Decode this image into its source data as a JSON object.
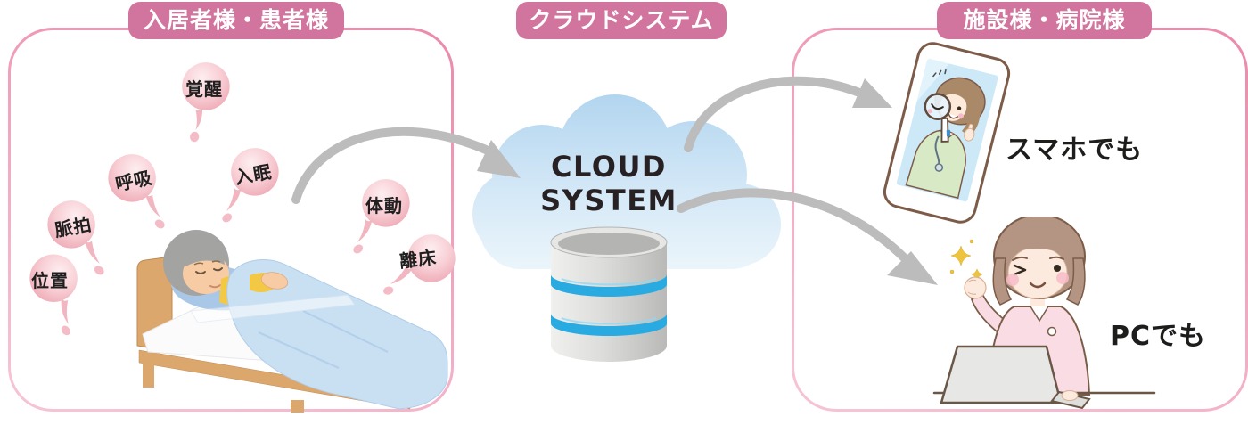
{
  "panels": {
    "residents": {
      "badge": "入居者様・患者様",
      "bubbles": [
        {
          "label": "覚醒"
        },
        {
          "label": "呼吸"
        },
        {
          "label": "入眠"
        },
        {
          "label": "脈拍"
        },
        {
          "label": "位置"
        },
        {
          "label": "体動"
        },
        {
          "label": "離床"
        }
      ],
      "illustration": "elderly-patient-sleeping-in-bed"
    },
    "cloud": {
      "badge": "クラウドシステム",
      "label_line1": "CLOUD",
      "label_line2": "SYSTEM",
      "icons": [
        "cloud-icon",
        "database-icon"
      ]
    },
    "facility": {
      "badge": "施設様・病院様",
      "smartphone_caption": "スマホでも",
      "pc_caption": "PCでも",
      "illustrations": [
        "nurse-on-smartphone-screen",
        "nurse-working-at-laptop"
      ]
    }
  },
  "flow": {
    "arrows": [
      "residents-to-cloud",
      "cloud-to-smartphone",
      "cloud-to-pc"
    ]
  },
  "colors": {
    "badge_pink": "#d2759e",
    "panel_border_top": "#ec8cab",
    "panel_border_bottom": "#f6c3d5",
    "bubble_pink": "#f5c3cb",
    "cloud_blue_top": "#b2d5ef",
    "cloud_blue_bottom": "#ebf5fb",
    "db_stripe_blue": "#29abe2",
    "arrow_gray": "#bcbcbc",
    "caption_text": "#1d1d1b"
  }
}
